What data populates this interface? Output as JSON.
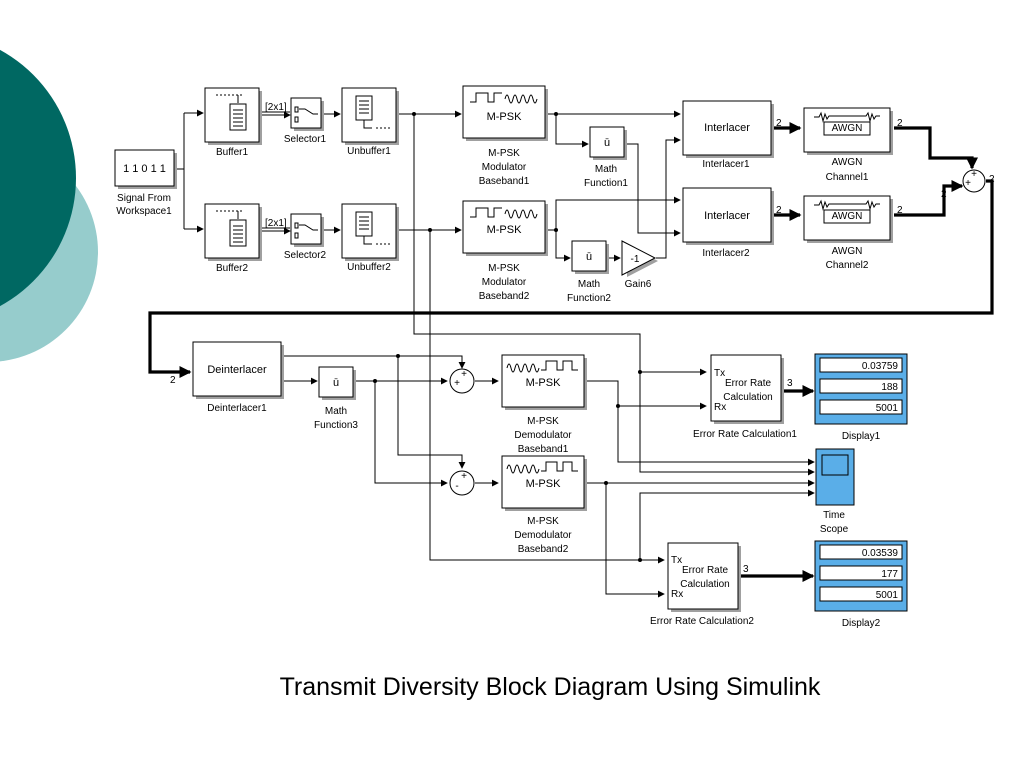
{
  "caption": "Transmit Diversity Block Diagram Using Simulink",
  "colors": {
    "deco_dark": "#006862",
    "deco_light": "#96cccc",
    "display_blue": "#5aaee8"
  },
  "blocks": {
    "signal": {
      "value": "1 1 0 1 1",
      "label1": "Signal From",
      "label2": "Workspace1"
    },
    "buffer1": "Buffer1",
    "buffer2": "Buffer2",
    "selector1": {
      "label": "Selector1",
      "port": "[2x1]"
    },
    "selector2": {
      "label": "Selector2",
      "port": "[2x1]"
    },
    "unbuffer1": "Unbuffer1",
    "unbuffer2": "Unbuffer2",
    "mod1": {
      "text": "M-PSK",
      "l1": "M-PSK",
      "l2": "Modulator",
      "l3": "Baseband1"
    },
    "mod2": {
      "text": "M-PSK",
      "l1": "M-PSK",
      "l2": "Modulator",
      "l3": "Baseband2"
    },
    "math1": {
      "glyph": "ū",
      "l1": "Math",
      "l2": "Function1"
    },
    "math2": {
      "glyph": "ū",
      "l1": "Math",
      "l2": "Function2"
    },
    "math3": {
      "glyph": "ū",
      "l1": "Math",
      "l2": "Function3"
    },
    "gain6": {
      "value": "-1",
      "label": "Gain6"
    },
    "interlacer1": {
      "text": "Interlacer",
      "label": "Interlacer1",
      "port": "2"
    },
    "interlacer2": {
      "text": "Interlacer",
      "label": "Interlacer2",
      "port": "2"
    },
    "awgn1": {
      "text": "AWGN",
      "l1": "AWGN",
      "l2": "Channel1",
      "port": "2"
    },
    "awgn2": {
      "text": "AWGN",
      "l1": "AWGN",
      "l2": "Channel2",
      "port": "2"
    },
    "sum_main": {
      "sign1": "+",
      "sign2": "+",
      "in_port": "2",
      "out_port": "2"
    },
    "deinterlacer": {
      "text": "Deinterlacer",
      "label": "Deinterlacer1",
      "port": "2"
    },
    "sum1": {
      "sign1": "+",
      "sign2": "+"
    },
    "sum2": {
      "sign1": "+",
      "sign2": "-"
    },
    "demod1": {
      "text": "M-PSK",
      "l1": "M-PSK",
      "l2": "Demodulator",
      "l3": "Baseband1"
    },
    "demod2": {
      "text": "M-PSK",
      "l1": "M-PSK",
      "l2": "Demodulator",
      "l3": "Baseband2"
    },
    "erc1": {
      "tx": "Tx",
      "rx": "Rx",
      "t1": "Error Rate",
      "t2": "Calculation",
      "label": "Error Rate Calculation1",
      "port": "3"
    },
    "erc2": {
      "tx": "Tx",
      "rx": "Rx",
      "t1": "Error Rate",
      "t2": "Calculation",
      "label": "Error Rate Calculation2",
      "port": "3"
    },
    "display1": {
      "values": [
        "0.03759",
        "188",
        "5001"
      ],
      "label": "Display1"
    },
    "display2": {
      "values": [
        "0.03539",
        "177",
        "5001"
      ],
      "label": "Display2"
    },
    "scope": {
      "l1": "Time",
      "l2": "Scope"
    }
  }
}
